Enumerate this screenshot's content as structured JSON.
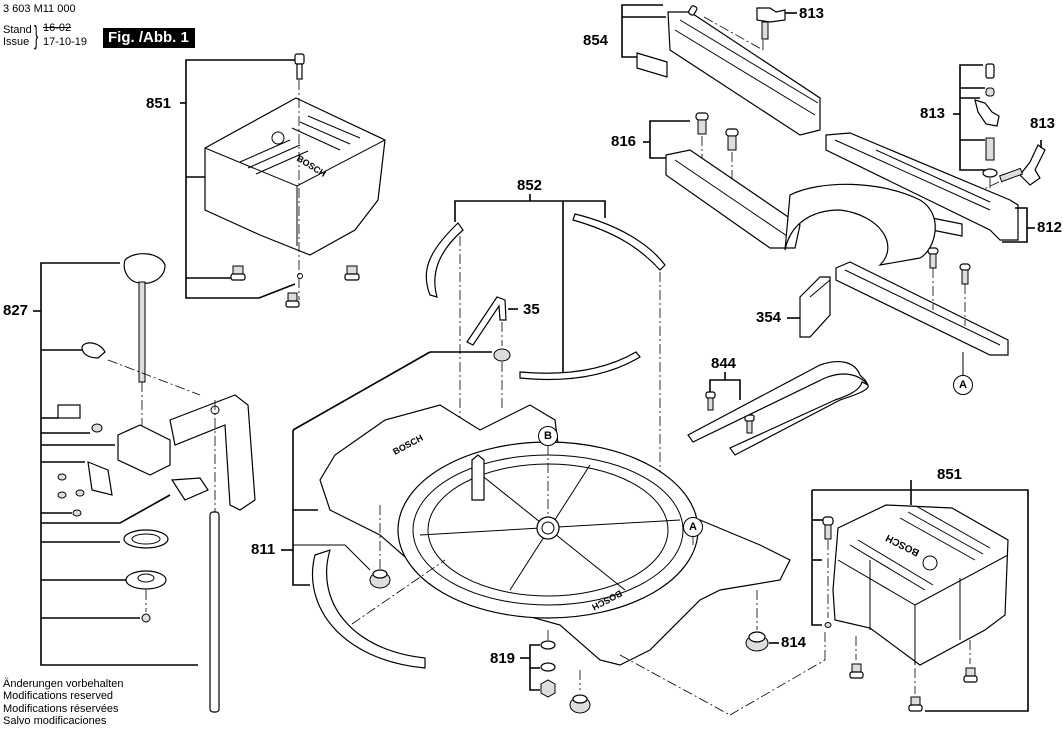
{
  "header": {
    "part_number": "3 603 M11 000",
    "stand_label": "Stand",
    "issue_label": "Issue",
    "stand_value_struck": "16-02",
    "issue_value": "17-10-19",
    "figure_label": "Fig. /Abb. 1"
  },
  "footer": {
    "lines": [
      "Änderungen vorbehalten",
      "Modifications reserved",
      "Modifications réservées",
      "Salvo modificaciones"
    ]
  },
  "callouts": {
    "c851_top": "851",
    "c854": "854",
    "c813_top": "813",
    "c813_mid": "813",
    "c813_right": "813",
    "c816": "816",
    "c812": "812",
    "c852": "852",
    "c35": "35",
    "c827": "827",
    "c354": "354",
    "c844": "844",
    "c811": "811",
    "c819": "819",
    "c814": "814",
    "c851_bottom": "851"
  },
  "reference_markers": {
    "a_right": "A",
    "a_table": "A",
    "b_table": "B"
  },
  "brand_marks": {
    "cover_logo": "BOSCH"
  }
}
